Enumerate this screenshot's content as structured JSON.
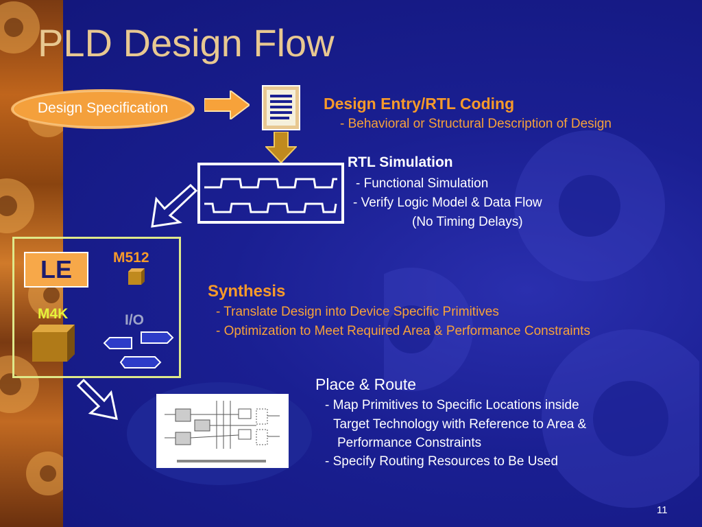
{
  "slide": {
    "title": "PLD Design Flow",
    "page_number": "11"
  },
  "spec_oval": "Design Specification",
  "design_entry": {
    "heading": "Design Entry/RTL Coding",
    "line1": "- Behavioral or Structural Description of Design"
  },
  "rtl_sim": {
    "heading": "RTL Simulation",
    "line1": "- Functional Simulation",
    "line2": "- Verify Logic Model & Data Flow",
    "line3": "(No Timing Delays)"
  },
  "chip": {
    "le": "LE",
    "m512": "M512",
    "m4k": "M4K",
    "io": "I/O"
  },
  "synthesis": {
    "heading": "Synthesis",
    "line1": "- Translate Design into Device Specific Primitives",
    "line2": "- Optimization to Meet Required Area & Performance Constraints"
  },
  "place_route": {
    "heading": "Place & Route",
    "line1": "- Map Primitives to Specific Locations inside",
    "line2": "Target Technology with Reference to Area &",
    "line3": "Performance Constraints",
    "line4": "- Specify Routing Resources to Be Used"
  },
  "colors": {
    "background": "#1a1f92",
    "title": "#e8c891",
    "orange_text": "#f79a2a",
    "chip_border": "#dfe98a"
  }
}
